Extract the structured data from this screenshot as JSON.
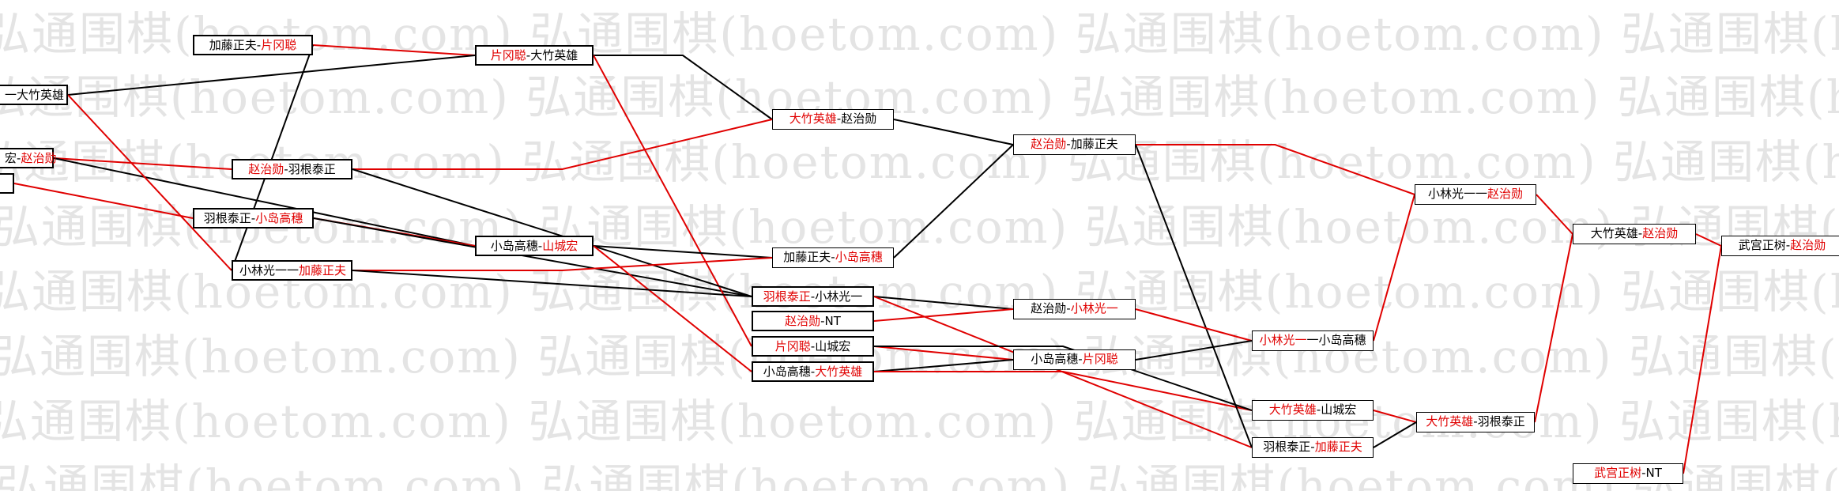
{
  "watermark": "弘通围棋(hoetom.com) 弘通围棋(hoetom.com) 弘通围棋(hoetom.com) 弘通围棋(hoetom.com) 弘通围棋(hoetom.com)",
  "colors": {
    "winner": "#e00000",
    "loser": "#000000",
    "watermark": "#e4e4e4"
  },
  "matches": [
    {
      "id": "m1",
      "p1": "加藤正夫",
      "p2": "片冈聪",
      "winner": 2
    },
    {
      "id": "m2",
      "p1": "—",
      "p2": "大竹英雄",
      "winner": 0
    },
    {
      "id": "m3",
      "p1": "宏",
      "p2": "赵治勋",
      "winner": 2
    },
    {
      "id": "m4",
      "p1": "",
      "p2": "",
      "winner": 0
    },
    {
      "id": "m5",
      "p1": "羽根泰正",
      "p2": "小岛高穗",
      "winner": 2
    },
    {
      "id": "m6",
      "p1": "片冈聪",
      "p2": "大竹英雄",
      "winner": 1
    },
    {
      "id": "m7",
      "p1": "赵治勋",
      "p2": "羽根泰正",
      "winner": 1
    },
    {
      "id": "m8",
      "p1": "小岛高穗",
      "p2": "山城宏",
      "winner": 2
    },
    {
      "id": "m9",
      "p1": "小林光一",
      "p2": "加藤正夫",
      "winner": 2
    },
    {
      "id": "m10",
      "p1": "大竹英雄",
      "p2": "赵治勋",
      "winner": 1
    },
    {
      "id": "m11",
      "p1": "加藤正夫",
      "p2": "小岛高穗",
      "winner": 2
    },
    {
      "id": "m12",
      "p1": "羽根泰正",
      "p2": "小林光一",
      "winner": 1
    },
    {
      "id": "m13",
      "p1": "赵治勋",
      "p2": "NT",
      "winner": 1
    },
    {
      "id": "m14",
      "p1": "片冈聪",
      "p2": "山城宏",
      "winner": 1
    },
    {
      "id": "m15",
      "p1": "小岛高穗",
      "p2": "大竹英雄",
      "winner": 2
    },
    {
      "id": "m16",
      "p1": "赵治勋",
      "p2": "加藤正夫",
      "winner": 1
    },
    {
      "id": "m17",
      "p1": "赵治勋",
      "p2": "小林光一",
      "winner": 2
    },
    {
      "id": "m18",
      "p1": "小岛高穗",
      "p2": "片冈聪",
      "winner": 2
    },
    {
      "id": "m19",
      "p1": "小林光一",
      "p2": "小岛高穗",
      "winner": 1
    },
    {
      "id": "m20",
      "p1": "大竹英雄",
      "p2": "山城宏",
      "winner": 1
    },
    {
      "id": "m21",
      "p1": "羽根泰正",
      "p2": "加藤正夫",
      "winner": 2
    },
    {
      "id": "m22",
      "p1": "小林光一",
      "p2": "赵治勋",
      "winner": 2
    },
    {
      "id": "m23",
      "p1": "大竹英雄",
      "p2": "羽根泰正",
      "winner": 1
    },
    {
      "id": "m24",
      "p1": "大竹英雄",
      "p2": "赵治勋",
      "winner": 2
    },
    {
      "id": "m25",
      "p1": "武宫正树",
      "p2": "NT",
      "winner": 1
    },
    {
      "id": "m26",
      "p1": "武宫正树",
      "p2": "赵治勋",
      "winner": 2
    }
  ]
}
